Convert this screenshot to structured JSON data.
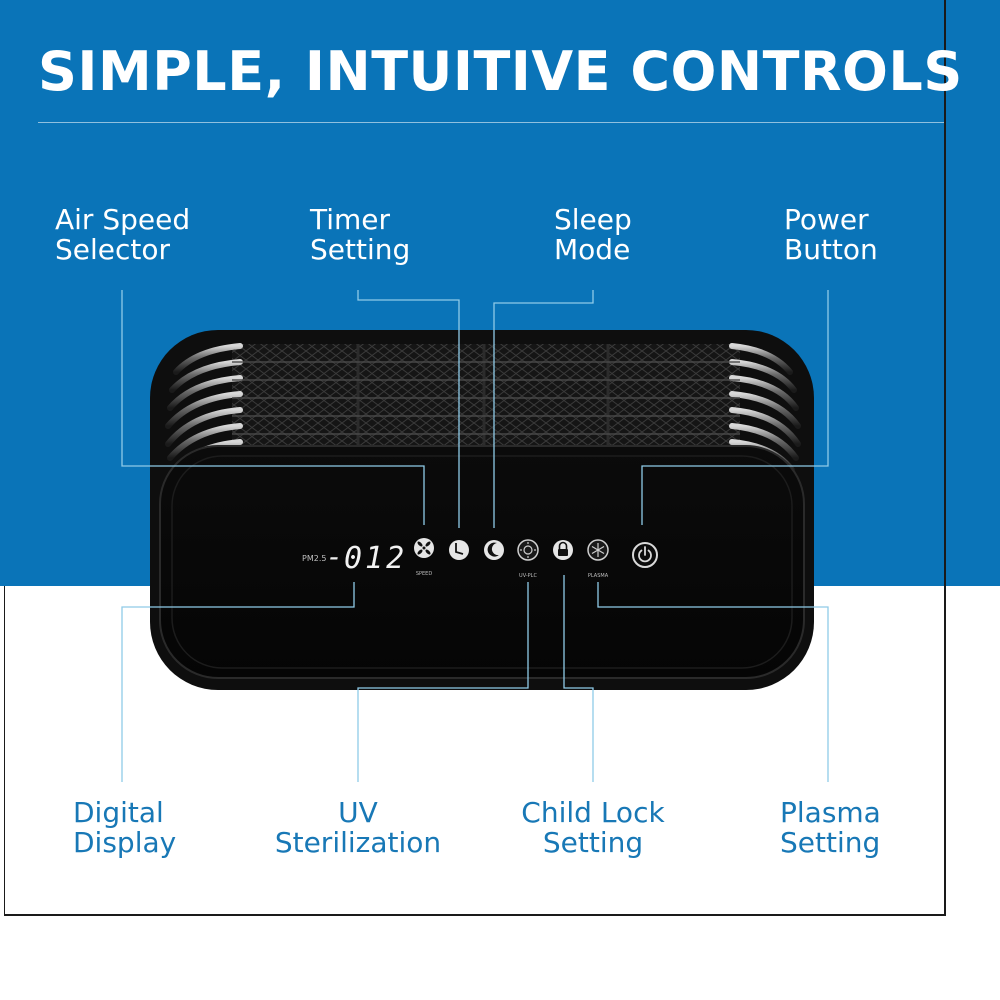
{
  "title": "SIMPLE, INTUITIVE CONTROLS",
  "colors": {
    "brand_blue": "#0a74b8",
    "label_blue": "#1878b6",
    "device_black": "#0e0e0e",
    "leader_line": "#8fcbe8"
  },
  "display": {
    "prefix": "-",
    "value": "012",
    "small_label": "PM2.5"
  },
  "panel_tiny_labels": {
    "speed": "SPEED",
    "uv": "UV-PLC",
    "plasma": "PLASMA"
  },
  "top_labels": {
    "air_speed": [
      "Air Speed",
      "Selector"
    ],
    "timer": [
      "Timer",
      "Setting"
    ],
    "sleep": [
      "Sleep",
      "Mode"
    ],
    "power": [
      "Power",
      "Button"
    ]
  },
  "bottom_labels": {
    "display": [
      "Digital",
      "Display"
    ],
    "uv": [
      "UV",
      "Sterilization"
    ],
    "child_lock": [
      "Child Lock",
      "Setting"
    ],
    "plasma": [
      "Plasma",
      "Setting"
    ]
  },
  "icons": {
    "fan": "fan-icon",
    "timer": "clock-icon",
    "sleep": "moon-icon",
    "uv": "uv-sun-icon",
    "lock": "lock-icon",
    "plasma": "plasma-snowflake-icon",
    "power": "power-icon"
  }
}
